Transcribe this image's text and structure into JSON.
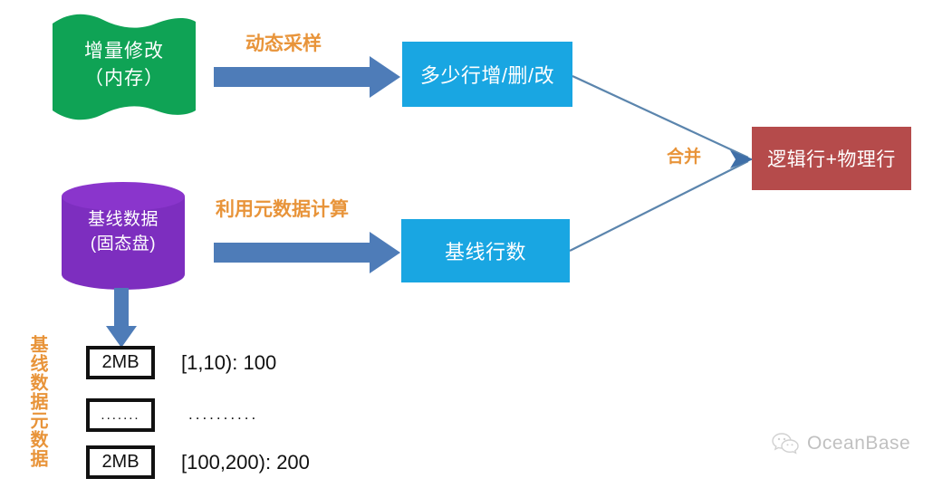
{
  "diagram": {
    "title": "OceanBase row-count estimation flow",
    "nodes": {
      "incremental": {
        "line1": "增量修改",
        "line2": "（内存）",
        "color": "#0FA355",
        "shape": "wave"
      },
      "baseline_store": {
        "line1": "基线数据",
        "line2": "(固态盘)",
        "color": "#7D2EBF",
        "shape": "cylinder"
      },
      "rows_changed": {
        "label": "多少行增/删/改",
        "color": "#19A6E2",
        "shape": "rect"
      },
      "baseline_rows": {
        "label": "基线行数",
        "color": "#19A6E2",
        "shape": "rect"
      },
      "merged_rows": {
        "label": "逻辑行+物理行",
        "color": "#B54B4B",
        "shape": "rect"
      }
    },
    "edge_labels": {
      "dynamic_sampling": "动态采样",
      "metadata_calc": "利用元数据计算",
      "merge": "合并"
    },
    "side_label": "基线数据元数据",
    "metadata_rows": [
      {
        "box": "2MB",
        "range": "[1,10): 100"
      },
      {
        "box": ".......",
        "range": ".........."
      },
      {
        "box": "2MB",
        "range": "[100,200): 200"
      }
    ],
    "colors": {
      "arrow_blue": "#4E7CB8",
      "line_blue": "#5B85AD",
      "orange": "#E8943A",
      "black": "#111111",
      "watermark_gray": "#9b9b9b"
    }
  },
  "watermark": {
    "brand": "OceanBase",
    "icon": "wechat-icon"
  }
}
